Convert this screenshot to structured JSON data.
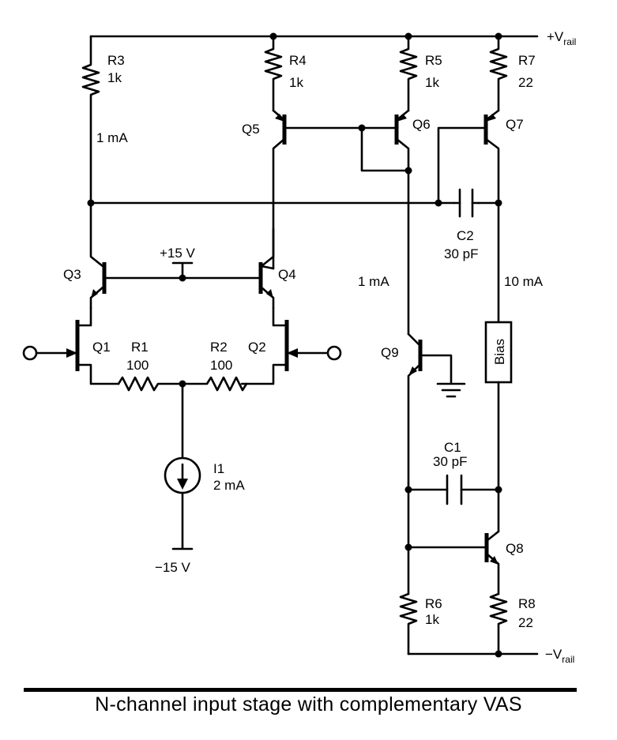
{
  "rails": {
    "positive": "+V",
    "negative": "−V",
    "sub": "rail"
  },
  "supplies": {
    "pos15": "+15 V",
    "neg15": "−15 V"
  },
  "transistors": {
    "q1": "Q1",
    "q2": "Q2",
    "q3": "Q3",
    "q4": "Q4",
    "q5": "Q5",
    "q6": "Q6",
    "q7": "Q7",
    "q8": "Q8",
    "q9": "Q9"
  },
  "resistors": {
    "r1": {
      "name": "R1",
      "value": "100"
    },
    "r2": {
      "name": "R2",
      "value": "100"
    },
    "r3": {
      "name": "R3",
      "value": "1k"
    },
    "r4": {
      "name": "R4",
      "value": "1k"
    },
    "r5": {
      "name": "R5",
      "value": "1k"
    },
    "r6": {
      "name": "R6",
      "value": "1k"
    },
    "r7": {
      "name": "R7",
      "value": "22"
    },
    "r8": {
      "name": "R8",
      "value": "22"
    }
  },
  "capacitors": {
    "c1": {
      "name": "C1",
      "value": "30 pF"
    },
    "c2": {
      "name": "C2",
      "value": "30 pF"
    }
  },
  "current_source": {
    "name": "I1",
    "value": "2 mA"
  },
  "currents": {
    "r3": "1 mA",
    "q9": "1 mA",
    "vas": "10 mA"
  },
  "bias_label": "Bias",
  "caption": "N-channel input stage with complementary VAS"
}
